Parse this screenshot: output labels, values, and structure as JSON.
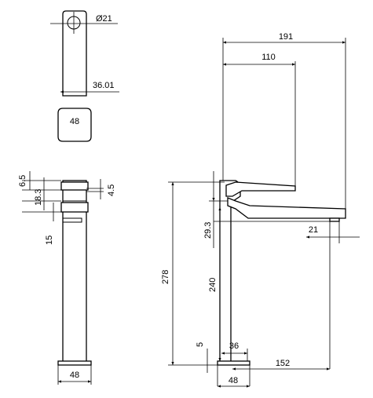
{
  "top_view": {
    "hole_diameter": "Ø21",
    "length": "36.01",
    "base_width": "48"
  },
  "side_view": {
    "d_6_5": "6.5",
    "d_18_3": "18.3",
    "d_4_5": "4.5",
    "d_15": "15",
    "base_width": "48"
  },
  "front_view": {
    "reach_total": "191",
    "handle_length": "110",
    "height_total": "278",
    "spout_height": "29.3",
    "body_height": "240",
    "base_height": "5",
    "body_width": "36",
    "aerator_width": "21",
    "spout_reach": "152",
    "base_width": "48"
  }
}
